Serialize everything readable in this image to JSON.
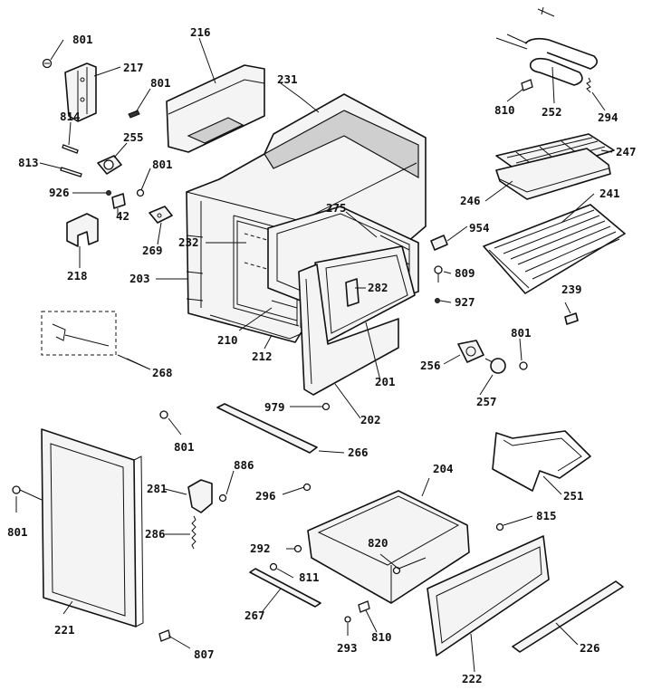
{
  "labels": {
    "l801a": "801",
    "l217": "217",
    "l216": "216",
    "l801b": "801",
    "l231": "231",
    "l814": "814",
    "l255": "255",
    "l813": "813",
    "l801c": "801",
    "l926": "926",
    "l42": "42",
    "l269": "269",
    "l218": "218",
    "l275": "275",
    "l232": "232",
    "l203": "203",
    "l282": "282",
    "l210": "210",
    "l212": "212",
    "l201": "201",
    "l268": "268",
    "l202": "202",
    "l979": "979",
    "l801d": "801",
    "l266": "266",
    "l886": "886",
    "l281": "281",
    "l296": "296",
    "l286": "286",
    "l801e": "801",
    "l221": "221",
    "l807": "807",
    "l267": "267",
    "l293": "293",
    "l810b": "810",
    "l811": "811",
    "l292": "292",
    "l820": "820",
    "l204": "204",
    "l222": "222",
    "l226": "226",
    "l815": "815",
    "l251": "251",
    "l256": "256",
    "l257": "257",
    "l801f": "801",
    "l239": "239",
    "l927": "927",
    "l809": "809",
    "l954": "954",
    "l241": "241",
    "l246": "246",
    "l247": "247",
    "l810a": "810",
    "l252": "252",
    "l294": "294"
  }
}
